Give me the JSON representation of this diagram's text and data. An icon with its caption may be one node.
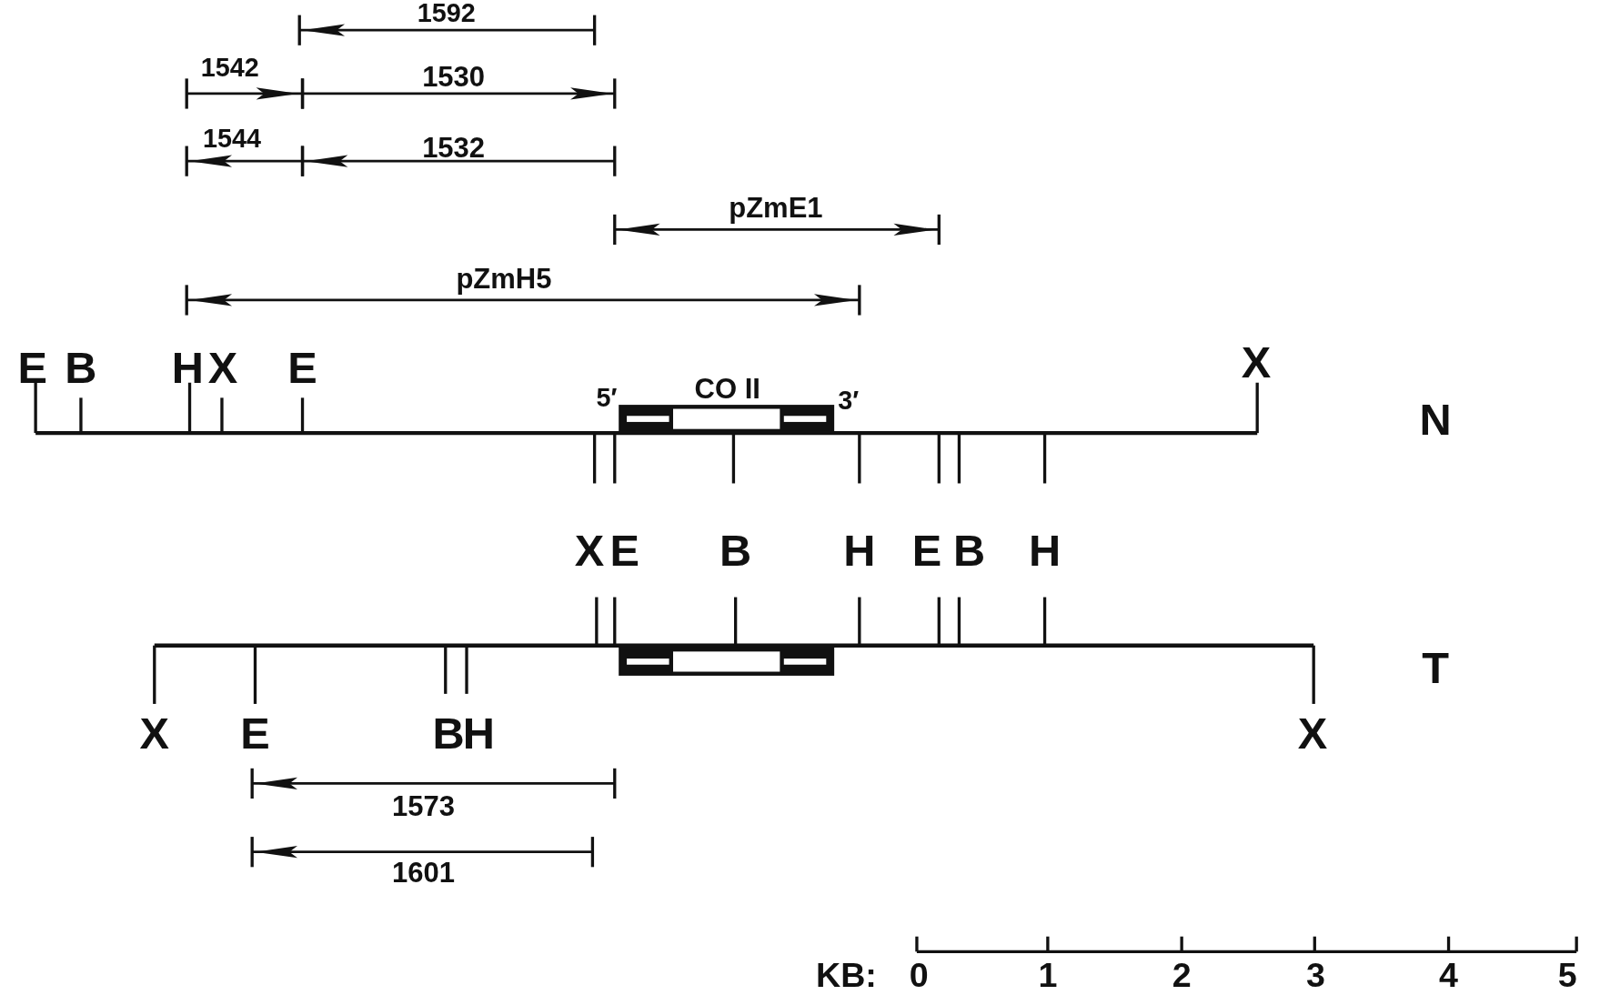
{
  "diagram": {
    "labels": [
      "1592",
      "1542",
      "1530",
      "1544",
      "1532",
      "pZmE1",
      "pZmH5",
      "E",
      "B",
      "H",
      "X",
      "E",
      "X",
      "5′",
      "CO II",
      "3′",
      "N",
      "X",
      "E",
      "B",
      "H",
      "E",
      "B",
      "H",
      "T",
      "X",
      "E",
      "B",
      "H",
      "X",
      "1573",
      "1601",
      "KB:",
      "0",
      "1",
      "2",
      "3",
      "4",
      "5"
    ]
  }
}
